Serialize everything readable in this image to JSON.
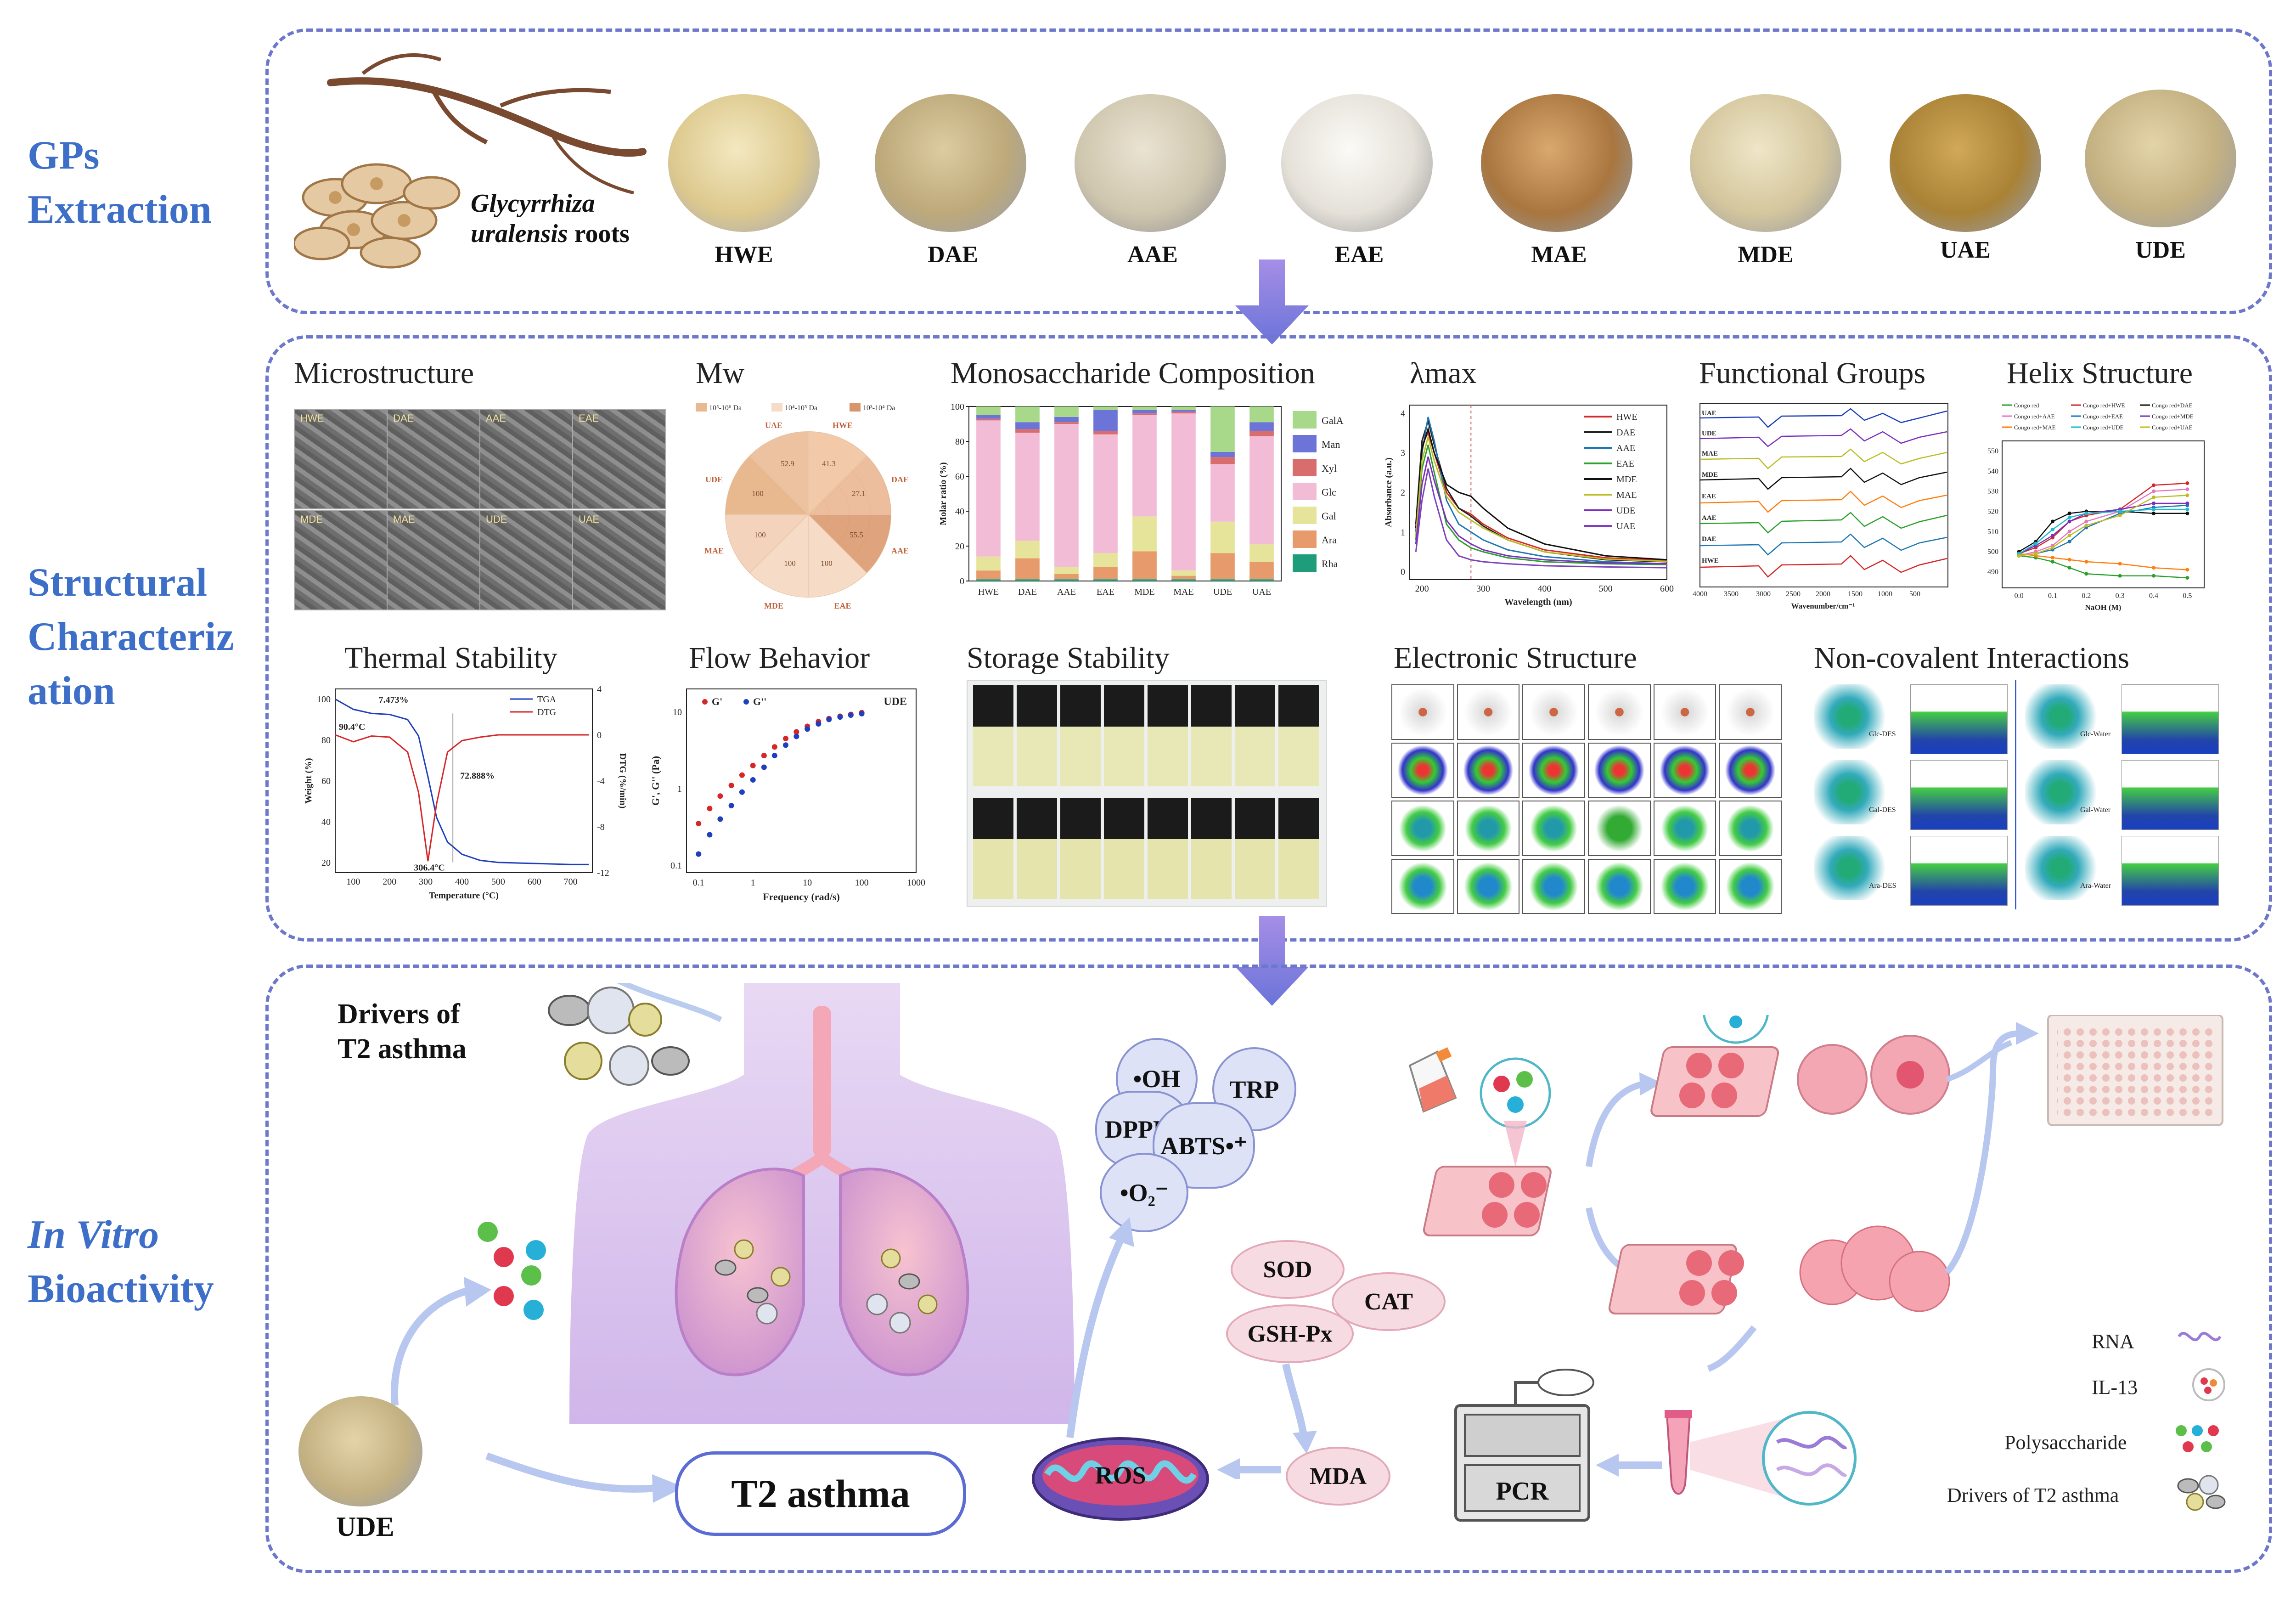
{
  "sections": {
    "extraction": {
      "line1": "GPs",
      "line2": "Extraction"
    },
    "structural": {
      "line1": "Structural",
      "line2": "Characteriz",
      "line3": "ation"
    },
    "bioactivity": {
      "line1": "In Vitro",
      "line2": "Bioactivity"
    }
  },
  "extraction": {
    "root_label_italic_1": "Glycyrrhiza",
    "root_label_italic_2": "uralensis",
    "root_label_suffix": "roots",
    "methods": [
      "HWE",
      "DAE",
      "AAE",
      "EAE",
      "MAE",
      "MDE",
      "UAE",
      "UDE"
    ],
    "colors": [
      "#e7d9a8",
      "#cdbb87",
      "#dcd3be",
      "#ece8e2",
      "#b8854f",
      "#ddd1a9",
      "#b48d3e",
      "#c6b488"
    ]
  },
  "structural": {
    "titles": {
      "microstructure": "Microstructure",
      "mw": "Mw",
      "mono": "Monosaccharide Composition",
      "lmax": "λmax",
      "functional": "Functional Groups",
      "helix": "Helix Structure",
      "thermal": "Thermal Stability",
      "flow": "Flow Behavior",
      "storage": "Storage Stability",
      "electronic": "Electronic Structure",
      "noncovalent": "Non-covalent Interactions"
    },
    "sem_labels": [
      "HWE",
      "DAE",
      "AAE",
      "EAE",
      "MDE",
      "MAE",
      "UDE",
      "UAE"
    ],
    "mw_legend": [
      "10⁵-10⁶ Da",
      "10⁴-10⁵ Da",
      "10³-10⁴ Da"
    ],
    "mw_labels": [
      "HWE",
      "DAE",
      "AAE",
      "EAE",
      "MDE",
      "MAE",
      "UDE",
      "UAE"
    ],
    "mw_values": [
      "41.3",
      "27.1",
      "55.5",
      "100",
      "100",
      "100",
      "100",
      "52.9"
    ],
    "thermal": {
      "tga": "TGA",
      "dtg": "DTG",
      "xlabel": "Temperature (°C)",
      "ylabel_left": "Weight (%)",
      "ylabel_right": "DTG (%/min)",
      "ann1": "7.473%",
      "ann2": "90.4°C",
      "ann3": "72.888%",
      "ann4": "306.4°C"
    },
    "flow": {
      "legend1": "G'",
      "legend2": "G''",
      "sample": "UDE",
      "xlabel": "Frequency (rad/s)",
      "ylabel": "G', G'' (Pa)"
    },
    "lmax": {
      "xlabel": "Wavelength (nm)",
      "ylabel": "Absorbance (a.u.)"
    },
    "functional": {
      "xlabel": "Wavenumber/cm⁻¹"
    },
    "helix": {
      "xlabel": "NaOH (M)"
    },
    "mono": {
      "ylabel": "Molar ratio (%)"
    },
    "noncovalent_labels": [
      "Glc-DES",
      "Glc-Water",
      "Gal-DES",
      "Gal-Water",
      "Ara-DES",
      "Ara-Water"
    ]
  },
  "chart_data": [
    {
      "type": "bar",
      "title": "Monosaccharide Composition",
      "ylabel": "Molar ratio (%)",
      "ylim": [
        0,
        100
      ],
      "yticks": [
        0,
        20,
        40,
        60,
        80,
        100
      ],
      "categories": [
        "HWE",
        "DAE",
        "AAE",
        "EAE",
        "MDE",
        "MAE",
        "UDE",
        "UAE"
      ],
      "series": [
        {
          "name": "Rha",
          "color": "#1f9c7a",
          "values": [
            1,
            1,
            1,
            1,
            1,
            1,
            1,
            1
          ]
        },
        {
          "name": "Ara",
          "color": "#e79a6b",
          "values": [
            5,
            12,
            3,
            7,
            16,
            2,
            15,
            10
          ]
        },
        {
          "name": "Gal",
          "color": "#e6e39a",
          "values": [
            8,
            10,
            4,
            8,
            20,
            3,
            18,
            10
          ]
        },
        {
          "name": "Glc",
          "color": "#f3bcd6",
          "values": [
            78,
            62,
            82,
            68,
            58,
            90,
            33,
            62
          ]
        },
        {
          "name": "Xyl",
          "color": "#d96d6d",
          "values": [
            1,
            2,
            1,
            2,
            1,
            1,
            4,
            3
          ]
        },
        {
          "name": "Man",
          "color": "#6d74d8",
          "values": [
            2,
            4,
            3,
            12,
            2,
            1,
            3,
            5
          ]
        },
        {
          "name": "GalA",
          "color": "#a8d88a",
          "values": [
            5,
            9,
            6,
            2,
            2,
            2,
            26,
            9
          ]
        }
      ]
    },
    {
      "type": "line",
      "title": "λmax",
      "xlabel": "Wavelength (nm)",
      "ylabel": "Absorbance (a.u.)",
      "xlim": [
        180,
        600
      ],
      "ylim": [
        -0.2,
        4.2
      ],
      "xticks": [
        200,
        300,
        400,
        500,
        600
      ],
      "yticks": [
        0,
        1,
        2,
        3,
        4
      ],
      "x": [
        190,
        200,
        210,
        220,
        240,
        260,
        280,
        300,
        340,
        400,
        500,
        600
      ],
      "series": [
        {
          "name": "HWE",
          "color": "#d62728",
          "values": [
            1.0,
            3.2,
            3.5,
            3.0,
            2.0,
            1.6,
            1.45,
            1.2,
            0.85,
            0.55,
            0.35,
            0.28
          ]
        },
        {
          "name": "DAE",
          "color": "#222222",
          "values": [
            1.2,
            3.3,
            3.8,
            3.2,
            2.1,
            1.6,
            1.4,
            1.15,
            0.8,
            0.5,
            0.3,
            0.25
          ]
        },
        {
          "name": "AAE",
          "color": "#1f77b4",
          "values": [
            1.0,
            3.0,
            3.9,
            3.3,
            1.8,
            1.2,
            1.0,
            0.8,
            0.55,
            0.38,
            0.25,
            0.2
          ]
        },
        {
          "name": "EAE",
          "color": "#2ca02c",
          "values": [
            0.8,
            2.6,
            3.2,
            2.5,
            1.2,
            0.8,
            0.6,
            0.5,
            0.35,
            0.25,
            0.2,
            0.18
          ]
        },
        {
          "name": "MDE",
          "color": "#111111",
          "values": [
            1.1,
            3.1,
            3.6,
            3.0,
            2.2,
            2.0,
            1.9,
            1.6,
            1.1,
            0.7,
            0.4,
            0.3
          ]
        },
        {
          "name": "MAE",
          "color": "#bcbd22",
          "values": [
            0.9,
            2.8,
            3.4,
            2.8,
            1.9,
            1.5,
            1.3,
            1.1,
            0.8,
            0.5,
            0.32,
            0.26
          ]
        },
        {
          "name": "UDE",
          "color": "#7b2fbe",
          "values": [
            0.7,
            2.2,
            2.9,
            2.3,
            1.3,
            0.9,
            0.7,
            0.55,
            0.4,
            0.3,
            0.22,
            0.2
          ]
        },
        {
          "name": "UAE",
          "color": "#7f3fbf",
          "values": [
            0.5,
            1.8,
            2.6,
            1.9,
            0.8,
            0.4,
            0.3,
            0.25,
            0.2,
            0.15,
            0.12,
            0.1
          ]
        }
      ]
    },
    {
      "type": "line",
      "title": "Helix Structure",
      "xlabel": "NaOH (M)",
      "xlim": [
        -0.05,
        0.55
      ],
      "ylim": [
        482,
        555
      ],
      "xticks": [
        0.0,
        0.1,
        0.2,
        0.3,
        0.4,
        0.5
      ],
      "yticks": [
        490,
        500,
        510,
        520,
        530,
        540,
        550
      ],
      "x": [
        0.0,
        0.05,
        0.1,
        0.15,
        0.2,
        0.3,
        0.4,
        0.5
      ],
      "series": [
        {
          "name": "Congo red",
          "color": "#2ca02c",
          "values": [
            498,
            497,
            495,
            492,
            489,
            488,
            488,
            487
          ]
        },
        {
          "name": "Congo red+HWE",
          "color": "#d62728",
          "values": [
            499,
            502,
            507,
            515,
            518,
            521,
            533,
            534
          ]
        },
        {
          "name": "Congo red+DAE",
          "color": "#111111",
          "values": [
            500,
            505,
            515,
            519,
            520,
            520,
            519,
            519
          ]
        },
        {
          "name": "Congo red+AAE",
          "color": "#e377c2",
          "values": [
            498,
            500,
            503,
            510,
            515,
            520,
            530,
            531
          ]
        },
        {
          "name": "Congo red+EAE",
          "color": "#1f77b4",
          "values": [
            498,
            499,
            501,
            505,
            512,
            519,
            522,
            523
          ]
        },
        {
          "name": "Congo red+MDE",
          "color": "#7b2fbe",
          "values": [
            499,
            503,
            508,
            515,
            519,
            521,
            524,
            524
          ]
        },
        {
          "name": "Congo red+MAE",
          "color": "#ff7f0e",
          "values": [
            499,
            498,
            497,
            496,
            495,
            494,
            492,
            491
          ]
        },
        {
          "name": "Congo red+UDE",
          "color": "#17becf",
          "values": [
            499,
            504,
            511,
            517,
            519,
            520,
            521,
            521
          ]
        },
        {
          "name": "Congo red+UAE",
          "color": "#bcbd22",
          "values": [
            498,
            499,
            502,
            508,
            513,
            518,
            527,
            528
          ]
        }
      ]
    },
    {
      "type": "line",
      "title": "Thermal Stability",
      "xlabel": "Temperature (°C)",
      "ylabel": "Weight (%)",
      "xlim": [
        50,
        760
      ],
      "ylim": [
        15,
        105
      ],
      "xticks": [
        100,
        200,
        300,
        400,
        500,
        600,
        700
      ],
      "yticks": [
        20,
        40,
        60,
        80,
        100
      ],
      "y2lim": [
        -12,
        4
      ],
      "y2ticks": [
        -12,
        -8,
        -4,
        0,
        4
      ],
      "x": [
        50,
        100,
        150,
        200,
        250,
        280,
        306,
        330,
        360,
        400,
        450,
        500,
        600,
        700,
        750
      ],
      "series": [
        {
          "name": "TGA",
          "color": "#1f3fbf",
          "values": [
            100,
            95,
            93,
            92.5,
            90,
            82,
            62,
            42,
            30,
            24,
            21,
            20,
            19.5,
            19,
            19
          ]
        },
        {
          "name": "DTG",
          "color": "#d62728",
          "axis": "right",
          "values": [
            0,
            -0.6,
            -0.1,
            -0.2,
            -1.5,
            -5,
            -11,
            -6,
            -1.5,
            -0.5,
            -0.2,
            0,
            0,
            0,
            0
          ]
        }
      ]
    },
    {
      "type": "scatter",
      "title": "Flow Behavior",
      "xlabel": "Frequency (rad/s)",
      "ylabel": "G', G'' (Pa)",
      "xscale": "log",
      "yscale": "log",
      "xlim": [
        0.06,
        1000
      ],
      "ylim": [
        0.08,
        20
      ],
      "x": [
        0.1,
        0.16,
        0.25,
        0.4,
        0.63,
        1,
        1.6,
        2.5,
        4,
        6.3,
        10,
        16,
        25,
        40,
        63,
        100
      ],
      "series": [
        {
          "name": "G'",
          "color": "#d62728",
          "values": [
            0.35,
            0.55,
            0.8,
            1.1,
            1.5,
            2.0,
            2.7,
            3.5,
            4.5,
            5.5,
            6.5,
            7.5,
            8.2,
            8.8,
            9.3,
            9.8
          ]
        },
        {
          "name": "G''",
          "color": "#1f3fbf",
          "values": [
            0.14,
            0.25,
            0.4,
            0.6,
            0.9,
            1.3,
            1.9,
            2.7,
            3.7,
            4.8,
            6.0,
            7.0,
            8.0,
            8.6,
            9.1,
            9.5
          ]
        }
      ]
    }
  ],
  "bioactivity": {
    "drivers_label_1": "Drivers of",
    "drivers_label_2": "T2 asthma",
    "ude_label": "UDE",
    "t2_asthma": "T2 asthma",
    "ros": "ROS",
    "mda": "MDA",
    "pcr": "PCR",
    "antioxidant_bubbles": [
      "•OH",
      "TRP",
      "DPPH•",
      "ABTS•⁺",
      "•O₂⁻"
    ],
    "enzymes": [
      "SOD",
      "CAT",
      "GSH-Px"
    ],
    "legend": [
      "RNA",
      "IL-13",
      "Polysaccharide",
      "Drivers of T2 asthma"
    ]
  }
}
